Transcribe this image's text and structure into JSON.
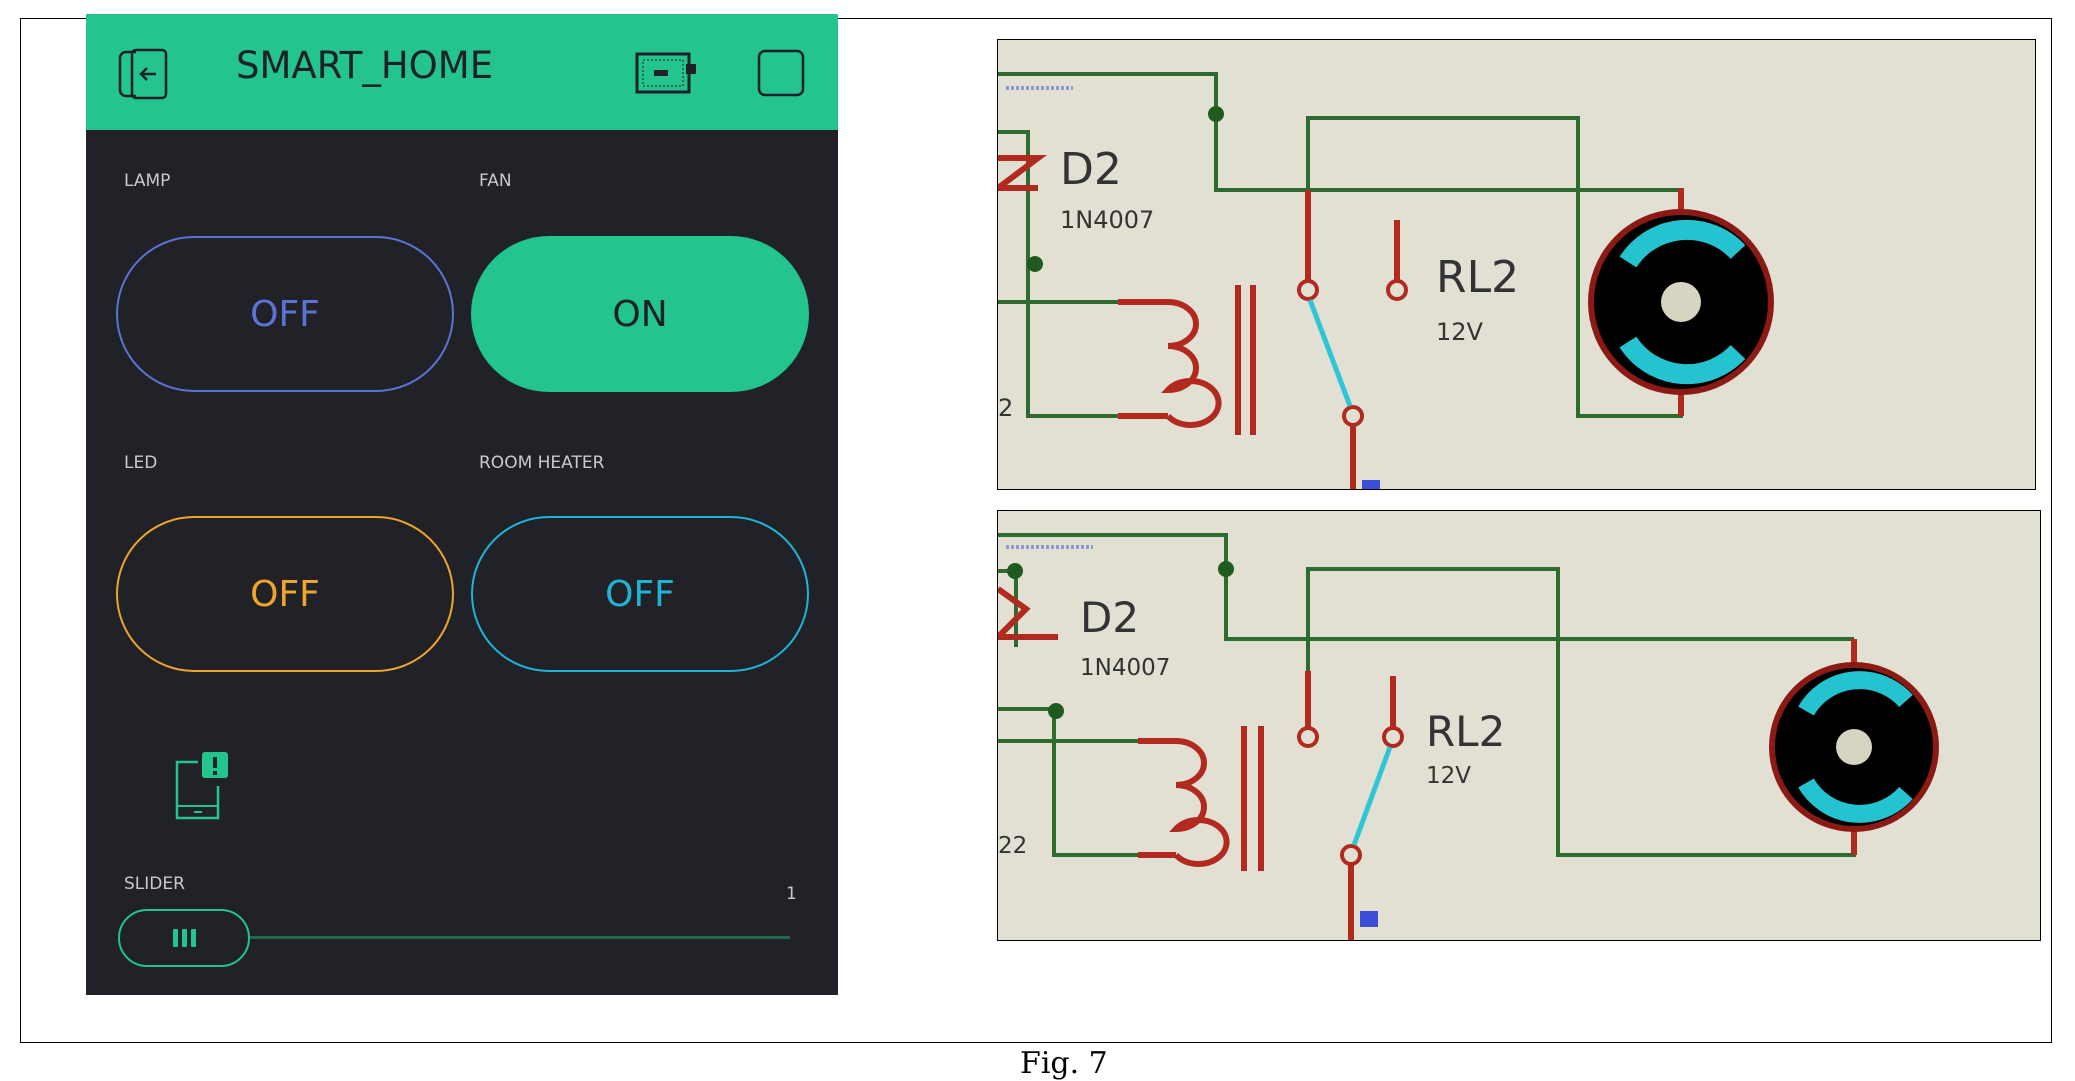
{
  "app": {
    "title": "SMART_HOME",
    "accent_color": "#23c48e",
    "background_color": "#212227",
    "header_icons": [
      "exit-icon",
      "device-icon",
      "square-icon"
    ]
  },
  "widgets": {
    "lamp": {
      "label": "LAMP",
      "state": "OFF",
      "color": "#5b73d6"
    },
    "fan": {
      "label": "FAN",
      "state": "ON",
      "color": "#23c48e"
    },
    "led": {
      "label": "LED",
      "state": "OFF",
      "color": "#f0a42b"
    },
    "heater": {
      "label": "ROOM HEATER",
      "state": "OFF",
      "color": "#1fb3d6"
    }
  },
  "notification": {
    "icon": "phone-notification-icon"
  },
  "slider": {
    "label": "SLIDER",
    "value": "1",
    "level": 1
  },
  "circuit_top": {
    "diode_label": "D2",
    "diode_part": "1N4007",
    "relay_label": "RL2",
    "relay_voltage": "12V",
    "partial_label": "2"
  },
  "circuit_bottom": {
    "diode_label": "D2",
    "diode_part": "1N4007",
    "relay_label": "RL2",
    "relay_voltage": "12V",
    "partial_label": "22"
  },
  "caption": "Fig. 7"
}
